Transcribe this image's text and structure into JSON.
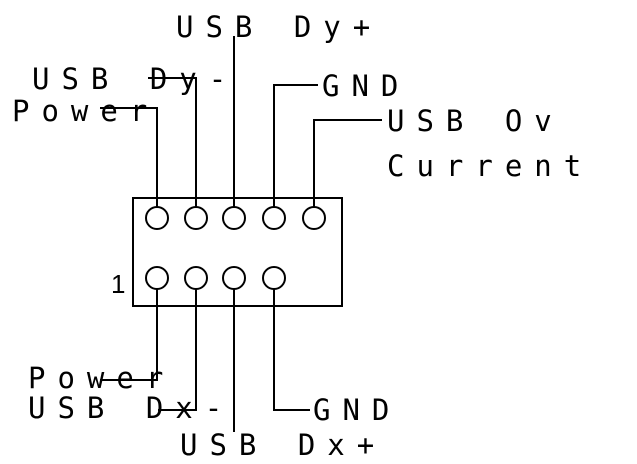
{
  "header": {
    "top_pins": [
      {
        "label": "Power"
      },
      {
        "label": "USB Dy-"
      },
      {
        "label": "USB Dy+"
      },
      {
        "label": "GND"
      },
      {
        "label": "USB Ov"
      },
      {
        "label": "Current"
      }
    ],
    "bottom_pins": [
      {
        "label": "Power"
      },
      {
        "label": "USB Dx-"
      },
      {
        "label": "USB Dx+"
      },
      {
        "label": "GND"
      }
    ],
    "pin_one_marker": "1"
  },
  "colors": {
    "line": "#000000",
    "background": "#ffffff"
  }
}
